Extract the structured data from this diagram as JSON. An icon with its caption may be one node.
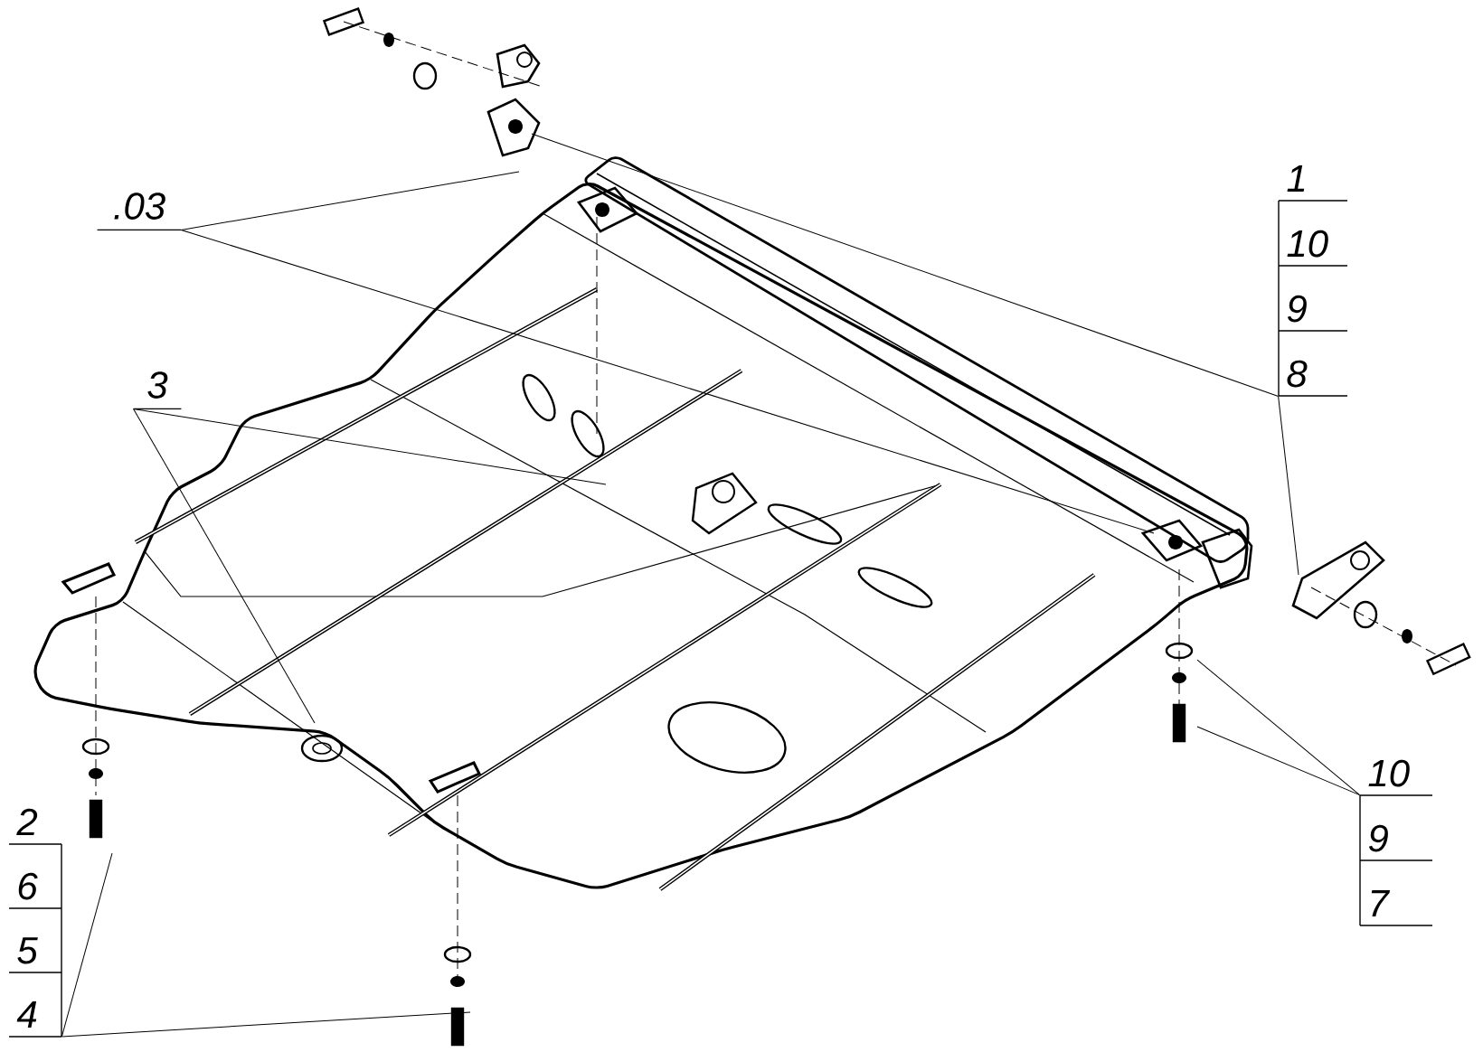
{
  "diagram": {
    "nodes": [
      {
        "text": [
          ".03"
        ]
      },
      {
        "text": [
          "3"
        ]
      },
      {
        "text": [
          "1",
          "10",
          "9",
          "8"
        ]
      },
      {
        "text": [
          "10",
          "9",
          "7"
        ]
      },
      {
        "text": [
          "2",
          "6",
          "5",
          "4"
        ]
      }
    ],
    "edges": [
      {
        "from": 0,
        "to": null,
        "arrow": "none"
      },
      {
        "from": 0,
        "to": null,
        "arrow": "none"
      },
      {
        "from": 1,
        "to": null,
        "arrow": "none"
      },
      {
        "from": 1,
        "to": null,
        "arrow": "none"
      },
      {
        "from": 2,
        "to": null,
        "arrow": "none"
      },
      {
        "from": 2,
        "to": null,
        "arrow": "none"
      },
      {
        "from": 3,
        "to": null,
        "arrow": "none"
      },
      {
        "from": 3,
        "to": null,
        "arrow": "none"
      },
      {
        "from": 4,
        "to": null,
        "arrow": "none"
      },
      {
        "from": 4,
        "to": null,
        "arrow": "none"
      }
    ]
  }
}
